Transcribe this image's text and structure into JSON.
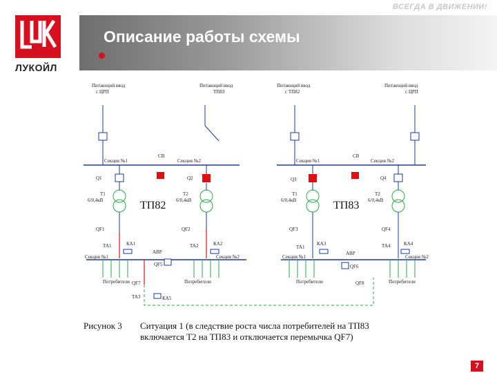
{
  "header": {
    "slogan": "ВСЕГДА В ДВИЖЕНИИ!",
    "title": "Описание работы схемы",
    "logo_text": "ЛУКОЙЛ"
  },
  "diagram": {
    "left": {
      "input1": [
        "Питающий ввод",
        "с ЦРП"
      ],
      "input2": [
        "Питающий ввод",
        "ТП83"
      ],
      "section1": "Секция №1",
      "section2": "Секция №2",
      "sv": "СВ",
      "q1": "Q1",
      "q2": "Q2",
      "t1": [
        "Т1",
        "6/0,4кВ"
      ],
      "t2": [
        "Т2",
        "6/0,4кВ"
      ],
      "tp_label": "ТП82",
      "qf1": "QF1",
      "qf2": "QF2",
      "ta1": "ТА1",
      "ta2": "ТА2",
      "ka1": "КА1",
      "ka2": "КА2",
      "avr": "АВР",
      "qf5": "QF5",
      "sec_lv1": "Секция №1",
      "sec_lv2": "Секция №2",
      "cons1": "Потребители",
      "cons2": "Потребители",
      "qf7": "QF7",
      "ta3": "ТА3",
      "ka5": "КА5"
    },
    "right": {
      "input1": [
        "Питающий ввод",
        "с ТП82"
      ],
      "input2": [
        "Питающий ввод",
        "с ЦРП"
      ],
      "section1": "Секция №1",
      "section2": "Секция №2",
      "sv": "СВ",
      "q3": "Q3",
      "q4": "Q4",
      "t1": [
        "Т1",
        "6/0,4кВ"
      ],
      "t2": [
        "Т2",
        "6/0,4кВ"
      ],
      "tp_label": "ТП83",
      "qf3": "QF3",
      "qf4": "QF4",
      "ta1": "ТА1",
      "ta4": "ТА4",
      "ka3": "КА3",
      "ka4": "КА4",
      "avr": "АВР",
      "qf6": "QF6",
      "sec_lv1": "Секция №1",
      "sec_lv2": "Секция №2",
      "cons1": "Потребители",
      "cons2": "Потребители",
      "qf8": "QF8"
    },
    "caption": {
      "label": "Рисунок 3",
      "line1": "Ситуация 1 (в следствие роста числа потребителей на ТП83",
      "line2": "включается Т2 на ТП83 и отключается перемычка QF7)"
    }
  },
  "page_number": "7",
  "colors": {
    "brand_red": "#d6101e",
    "line_green": "#2aa84a",
    "line_blue": "#1a3a9a",
    "switch_red": "#e01010"
  }
}
